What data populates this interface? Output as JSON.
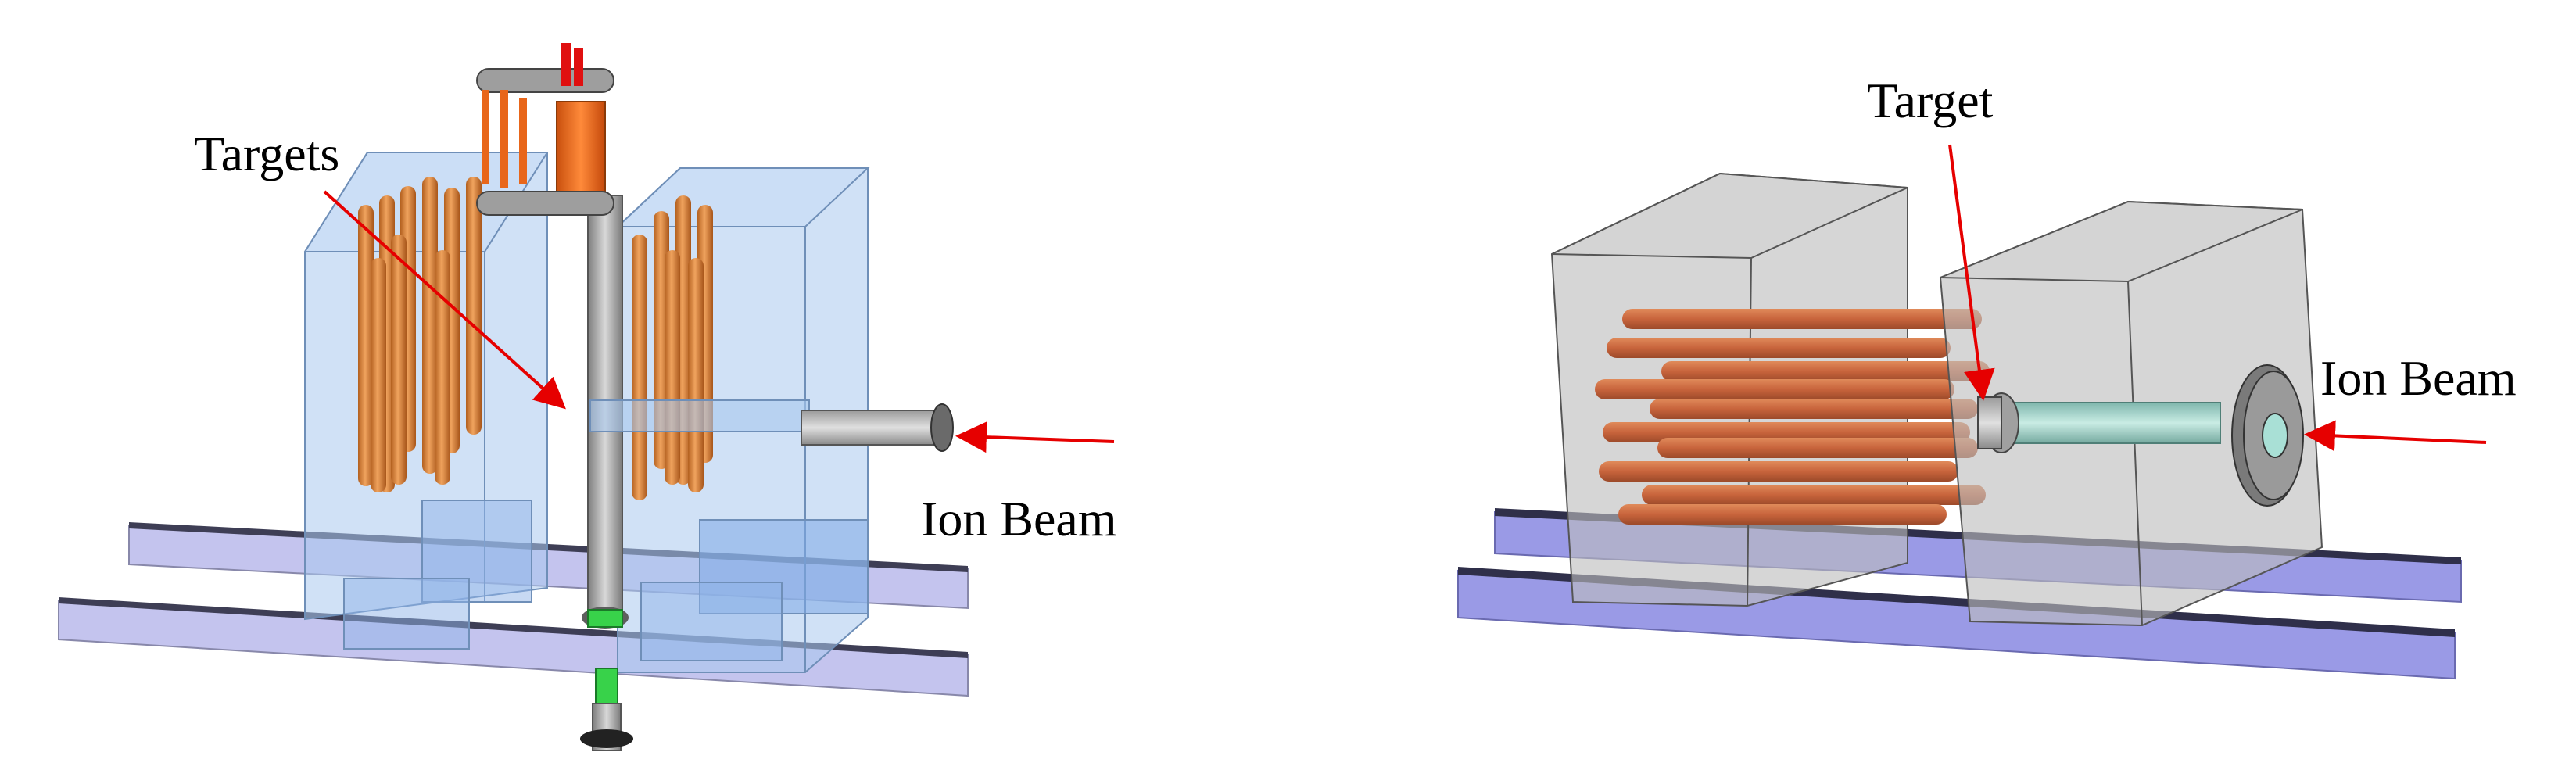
{
  "left_panel": {
    "targets_label": "Targets",
    "ion_beam_label": "Ion Beam"
  },
  "right_panel": {
    "target_label": "Target",
    "ion_beam_label": "Ion Beam"
  },
  "colors": {
    "arrow": "#e60000",
    "copper_rod": "#d07a35",
    "copper_rod_right": "#c46a45",
    "blue_box": "#a9c8ef",
    "grey_box": "#bdbdbd",
    "rail": "#b9b9ea",
    "rail_right": "#9a9ae6",
    "shaft": "#a9a9a9",
    "orange_head": "#e8661a",
    "green_collar": "#38d24a",
    "beam_pipe_teal": "#9fd3c8"
  }
}
